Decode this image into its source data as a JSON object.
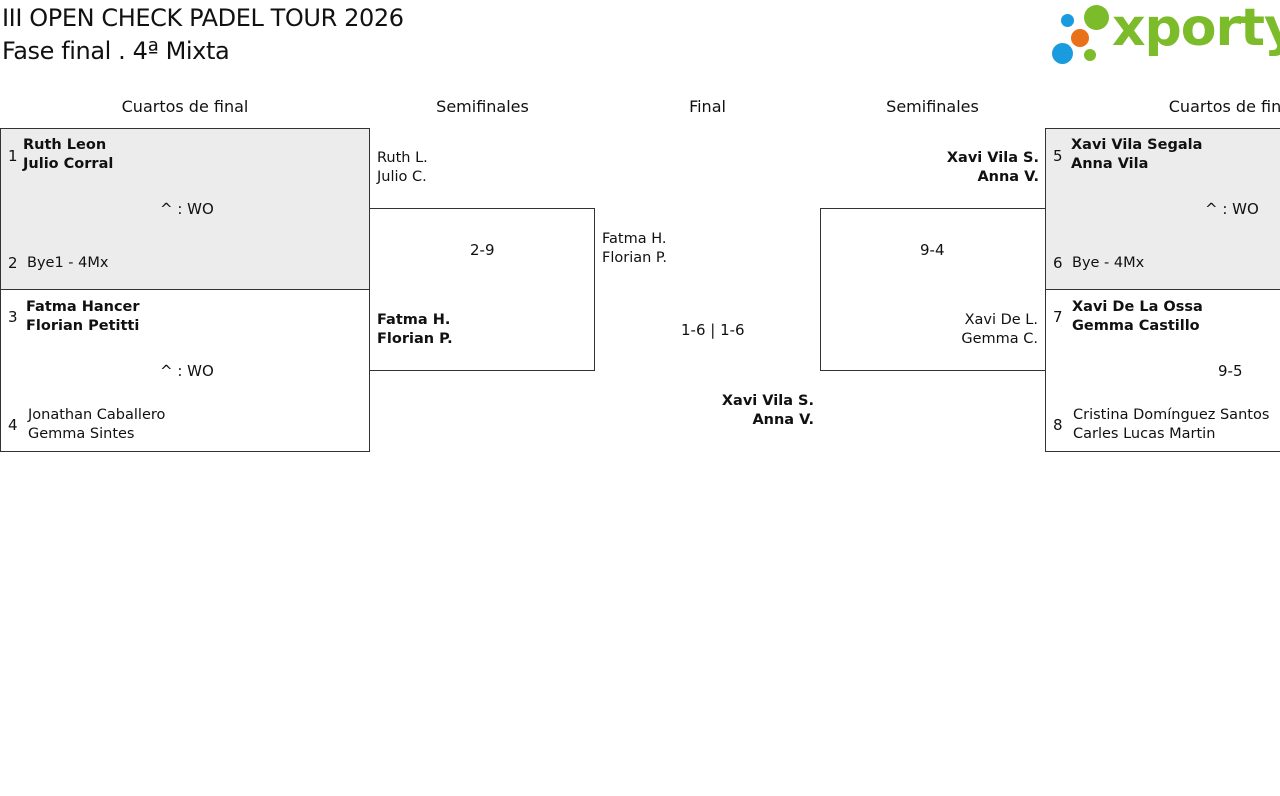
{
  "header": {
    "title": "III OPEN CHECK PADEL TOUR 2026",
    "subtitle": "Fase final . 4ª Mixta",
    "logo_text": "xporty",
    "logo_colors": {
      "blue": "#1a9be0",
      "orange": "#e8711a",
      "green": "#7cbb2a"
    }
  },
  "rounds": {
    "qf_left": "Cuartos de final",
    "sf_left": "Semifinales",
    "final": "Final",
    "sf_right": "Semifinales",
    "qf_right": "Cuartos de fin"
  },
  "qf_left": {
    "m1": {
      "seed_a": "1",
      "a1": "Ruth Leon",
      "a2": "Julio Corral",
      "result": "^ : WO",
      "seed_b": "2",
      "b1": "Bye1 - 4Mx"
    },
    "m2": {
      "seed_a": "3",
      "a1": "Fatma Hancer",
      "a2": "Florian Petitti",
      "result": "^ : WO",
      "seed_b": "4",
      "b1": "Jonathan Caballero",
      "b2": "Gemma Sintes"
    }
  },
  "sf_left": {
    "a1": "Ruth L.",
    "a2": "Julio C.",
    "result": "2-9",
    "b1": "Fatma H.",
    "b2": "Florian P."
  },
  "final": {
    "a1": "Fatma H.",
    "a2": "Florian P.",
    "result": "1-6 | 1-6",
    "b1": "Xavi Vila S.",
    "b2": "Anna V."
  },
  "sf_right": {
    "a1": "Xavi Vila S.",
    "a2": "Anna V.",
    "result": "9-4",
    "b1": "Xavi De L.",
    "b2": "Gemma C."
  },
  "qf_right": {
    "m1": {
      "seed_a": "5",
      "a1": "Xavi Vila Segala",
      "a2": "Anna Vila",
      "result": "^ : WO",
      "seed_b": "6",
      "b1": "Bye - 4Mx"
    },
    "m2": {
      "seed_a": "7",
      "a1": "Xavi De La Ossa",
      "a2": "Gemma Castillo",
      "result": "9-5",
      "seed_b": "8",
      "b1": "Cristina Domínguez Santos",
      "b2": "Carles Lucas Martin"
    }
  }
}
